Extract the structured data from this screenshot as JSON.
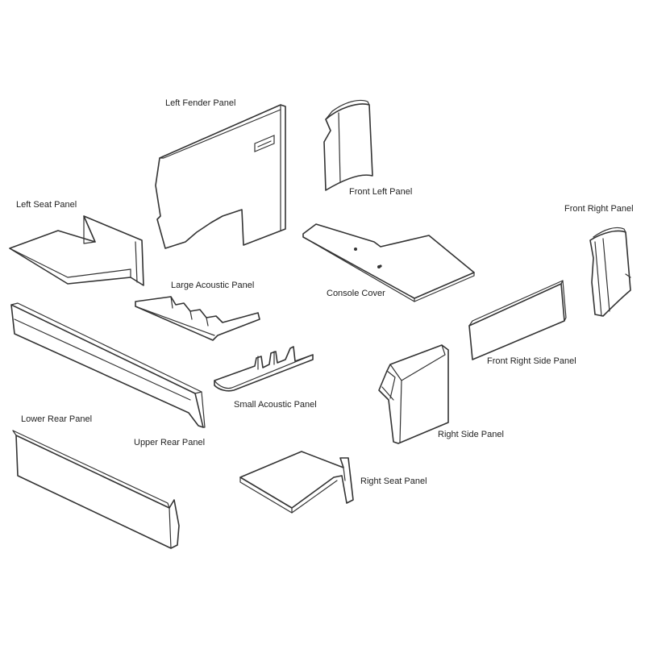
{
  "labels": {
    "left_fender_panel": "Left Fender Panel",
    "front_left_panel": "Front Left Panel",
    "left_seat_panel": "Left Seat Panel",
    "front_right_panel": "Front Right Panel",
    "large_acoustic_panel": "Large Acoustic Panel",
    "console_cover": "Console Cover",
    "front_right_side_panel": "Front Right Side Panel",
    "small_acoustic_panel": "Small Acoustic Panel",
    "lower_rear_panel": "Lower Rear Panel",
    "upper_rear_panel": "Upper Rear Panel",
    "right_side_panel": "Right Side Panel",
    "right_seat_panel": "Right Seat Panel"
  },
  "colors": {
    "line": "#333333",
    "background": "#ffffff"
  }
}
